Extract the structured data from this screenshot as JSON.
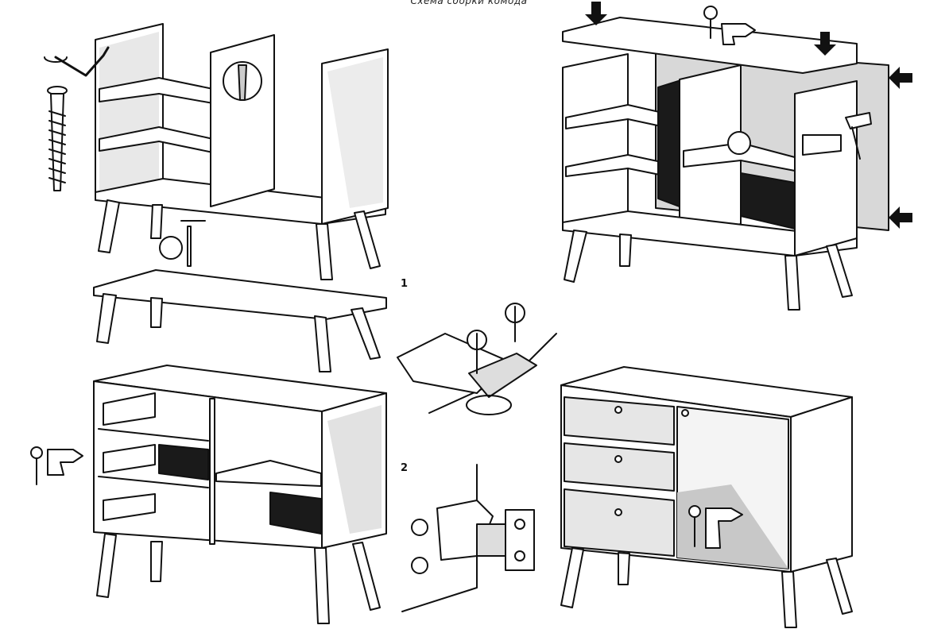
{
  "title": "Схема сборки комода",
  "step_labels": [
    "1",
    "2"
  ],
  "icons": [
    "allen-key-icon",
    "screw-icon",
    "screwdriver-icon",
    "drill-icon",
    "hammer-icon",
    "arrow-down-icon",
    "arrow-left-icon",
    "hinge-icon",
    "magnifier-icon"
  ],
  "colors": {
    "line": "#111111",
    "panel": "#ffffff",
    "shade": "#d6d6d6",
    "dark": "#1a1a1a",
    "mid": "#9a9a9a"
  }
}
